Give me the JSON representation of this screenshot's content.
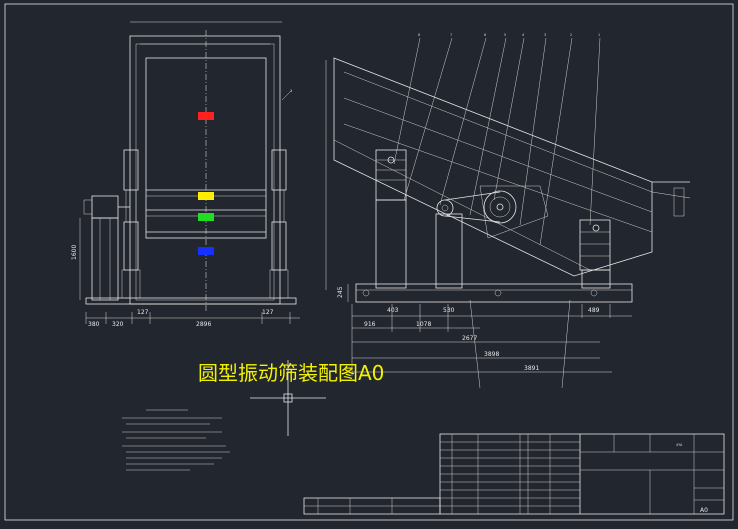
{
  "title": "圆型振动筛装配图A0",
  "markers": {
    "red": "#ff2020",
    "yellow": "#ffee00",
    "green": "#22dd22",
    "blue": "#1530ff"
  },
  "colors": {
    "background": "#22262e",
    "lines": "#e6e6e6",
    "title_text": "#f2f200"
  },
  "front_view": {
    "dims": {
      "d1600": "1600",
      "d380": "380",
      "d320": "320",
      "d127a": "127",
      "d2896": "2896",
      "d127b": "127"
    },
    "leader": "1"
  },
  "side_view": {
    "dims": {
      "d916": "916",
      "d403": "403",
      "d530": "530",
      "d1078": "1078",
      "d2677": "2677",
      "d3898": "3898",
      "d3891": "3891",
      "d489": "489",
      "d245": "245"
    },
    "balloons": [
      "8",
      "7",
      "6",
      "5",
      "4",
      "3",
      "2",
      "1"
    ]
  },
  "title_block": {
    "project_label": "4YA",
    "scale_label": "A0"
  }
}
